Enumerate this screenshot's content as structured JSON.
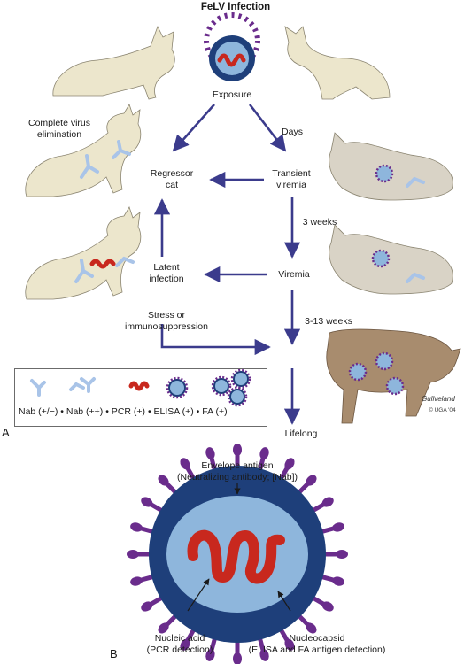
{
  "title": "FeLV Infection",
  "nodes": {
    "exposure": "Exposure",
    "regressor": [
      "Regressor",
      "cat"
    ],
    "transient": [
      "Transient",
      "viremia"
    ],
    "viremia": "Viremia",
    "latent": [
      "Latent",
      "infection"
    ],
    "lifelong": "Lifelong",
    "complete": [
      "Complete virus",
      "elimination"
    ]
  },
  "edge_labels": {
    "days": "Days",
    "three_weeks": "3 weeks",
    "three_thirteen": "3-13 weeks",
    "stress": [
      "Stress or",
      "immunosuppression"
    ]
  },
  "legend_text": "Nab (+/−) • Nab (++) • PCR (+) • ELISA (+) • FA (+)",
  "signature": {
    "name": "Gullveland",
    "copyright": "© UGA '04"
  },
  "panel_labels": {
    "a": "A",
    "b": "B"
  },
  "virion_labels": {
    "envelope": [
      "Envelope antigen",
      "(Neutralizing antibody; [Nab])"
    ],
    "nucleic": [
      "Nucleic acid",
      "(PCR detection)"
    ],
    "nucleocapsid": [
      "Nucleocapsid",
      "(ELISA and FA antigen detection)"
    ]
  },
  "colors": {
    "arrow": "#3b3b8c",
    "cat_cream": "#ece6cc",
    "cat_gray": "#d9d3c6",
    "cat_brown": "#a88c6e",
    "spike": "#6a2c8c",
    "envelope": "#1e3f7a",
    "capsid": "#8eb6dc",
    "rna": "#c8281e",
    "antibody": "#a9c4e8"
  }
}
